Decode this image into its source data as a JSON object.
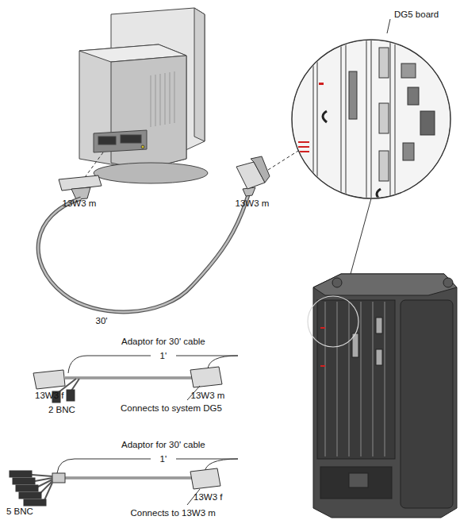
{
  "diagram": {
    "labels": [
      "DG5 board",
      "13W3 m",
      "13W3 m",
      "30'",
      "Adaptor for 30' cable",
      "1'",
      "13W3 f",
      "2 BNC",
      "13W3 m",
      "Connects to system DG5",
      "Adaptor for 30' cable",
      "1'",
      "5 BNC",
      "13W3 f",
      "Connects to 13W3 m"
    ]
  }
}
